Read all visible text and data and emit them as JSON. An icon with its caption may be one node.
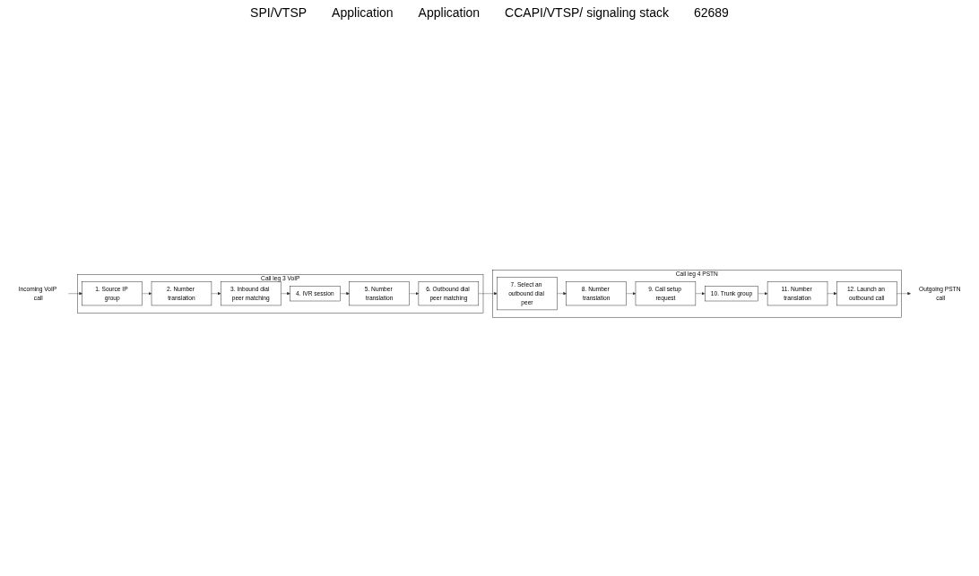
{
  "diagram": {
    "nodes": [
      {
        "text": [
          "Incoming VoIP call"
        ]
      },
      {
        "text": [
          "Call leg 3 VoIP"
        ]
      },
      {
        "text": [
          "1. Source IP group"
        ],
        "in": 1
      },
      {
        "text": [
          "2. Number translation"
        ],
        "in": 1
      },
      {
        "text": [
          "3. Inbound dial peer matching"
        ],
        "in": 1
      },
      {
        "text": [
          "4. IVR session"
        ],
        "in": 1
      },
      {
        "text": [
          "5. Number translation"
        ],
        "in": 1
      },
      {
        "text": [
          "6. Outbound dial peer matching"
        ],
        "in": 1
      },
      {
        "text": [
          "Call leg 4 PSTN"
        ]
      },
      {
        "text": [
          "7. Select an outbound dial peer"
        ],
        "in": 8
      },
      {
        "text": [
          "8. Number translation"
        ],
        "in": 8
      },
      {
        "text": [
          "9. Call setup request"
        ],
        "in": 8
      },
      {
        "text": [
          "10. Trunk group"
        ],
        "in": 8
      },
      {
        "text": [
          "11. Number translation"
        ],
        "in": 8
      },
      {
        "text": [
          "12. Launch an outbound call"
        ],
        "in": 8
      },
      {
        "text": [
          "Outgoing PSTN call"
        ]
      }
    ],
    "edges": [
      {
        "from": 0,
        "to": 2,
        "arrow": "to"
      },
      {
        "from": 2,
        "to": 3,
        "arrow": "to"
      },
      {
        "from": 3,
        "to": 4,
        "arrow": "to"
      },
      {
        "from": 4,
        "to": 5,
        "arrow": "to"
      },
      {
        "from": 5,
        "to": 6,
        "arrow": "to"
      },
      {
        "from": 6,
        "to": 7,
        "arrow": "to"
      },
      {
        "from": 7,
        "to": 9,
        "arrow": "to"
      },
      {
        "from": 9,
        "to": 10,
        "arrow": "to"
      },
      {
        "from": 10,
        "to": 11,
        "arrow": "to"
      },
      {
        "from": 11,
        "to": 12,
        "arrow": "to"
      },
      {
        "from": 12,
        "to": 13,
        "arrow": "to"
      },
      {
        "from": 13,
        "to": 14,
        "arrow": "to"
      },
      {
        "from": 14,
        "to": 15,
        "arrow": "to"
      }
    ],
    "labels": [
      "SPI/VTSP",
      "Application",
      "Application",
      "CCAPI/VTSP/ signaling stack",
      "62689"
    ]
  }
}
